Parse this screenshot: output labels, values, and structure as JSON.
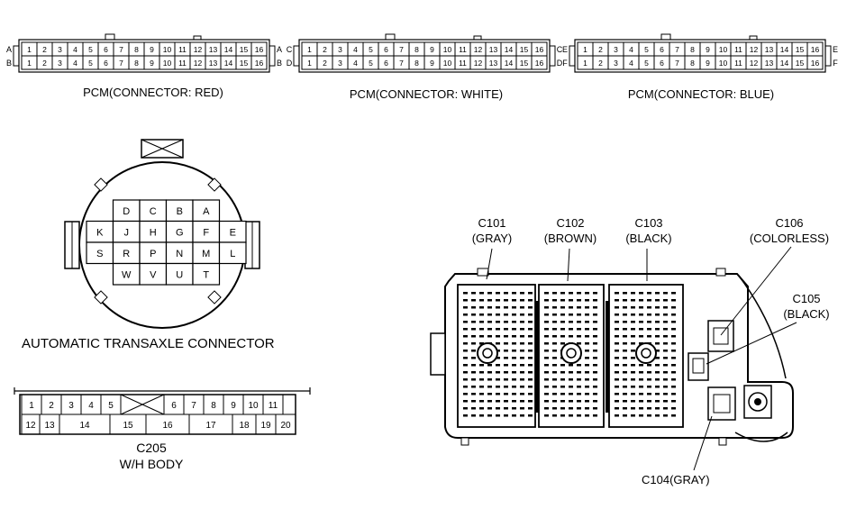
{
  "pcm_connectors": [
    {
      "caption": "PCM(CONNECTOR: RED)",
      "row_letters": [
        "A",
        "B"
      ],
      "pins": [
        "1",
        "2",
        "3",
        "4",
        "5",
        "6",
        "7",
        "8",
        "9",
        "10",
        "11",
        "12",
        "13",
        "14",
        "15",
        "16"
      ]
    },
    {
      "caption": "PCM(CONNECTOR: WHITE)",
      "row_letters": [
        "C",
        "D"
      ],
      "pins": [
        "1",
        "2",
        "3",
        "4",
        "5",
        "6",
        "7",
        "8",
        "9",
        "10",
        "11",
        "12",
        "13",
        "14",
        "15",
        "16"
      ]
    },
    {
      "caption": "PCM(CONNECTOR: BLUE)",
      "row_letters": [
        "E",
        "F"
      ],
      "pins": [
        "1",
        "2",
        "3",
        "4",
        "5",
        "6",
        "7",
        "8",
        "9",
        "10",
        "11",
        "12",
        "13",
        "14",
        "15",
        "16"
      ]
    }
  ],
  "transaxle": {
    "caption": "AUTOMATIC TRANSAXLE CONNECTOR",
    "rows": [
      [
        "",
        "D",
        "C",
        "B",
        "A",
        ""
      ],
      [
        "K",
        "J",
        "H",
        "G",
        "F",
        "E"
      ],
      [
        "S",
        "R",
        "P",
        "N",
        "M",
        "L"
      ],
      [
        "",
        "W",
        "V",
        "U",
        "T",
        ""
      ]
    ]
  },
  "c205": {
    "title": "C205",
    "subtitle": "W/H BODY",
    "top_row": [
      "1",
      "2",
      "3",
      "4",
      "5",
      "",
      "6",
      "7",
      "8",
      "9",
      "10",
      "11"
    ],
    "bottom_row": [
      "12",
      "13",
      "14",
      "15",
      "16",
      "17",
      "18",
      "19",
      "20"
    ]
  },
  "fuse_box": {
    "c101": {
      "name": "C101",
      "color": "(GRAY)"
    },
    "c102": {
      "name": "C102",
      "color": "(BROWN)"
    },
    "c103": {
      "name": "C103",
      "color": "(BLACK)"
    },
    "c106": {
      "name": "C106",
      "color": "(COLORLESS)"
    },
    "c105": {
      "name": "C105",
      "color": "(BLACK)"
    },
    "c104": {
      "name": "C104(GRAY)"
    }
  }
}
